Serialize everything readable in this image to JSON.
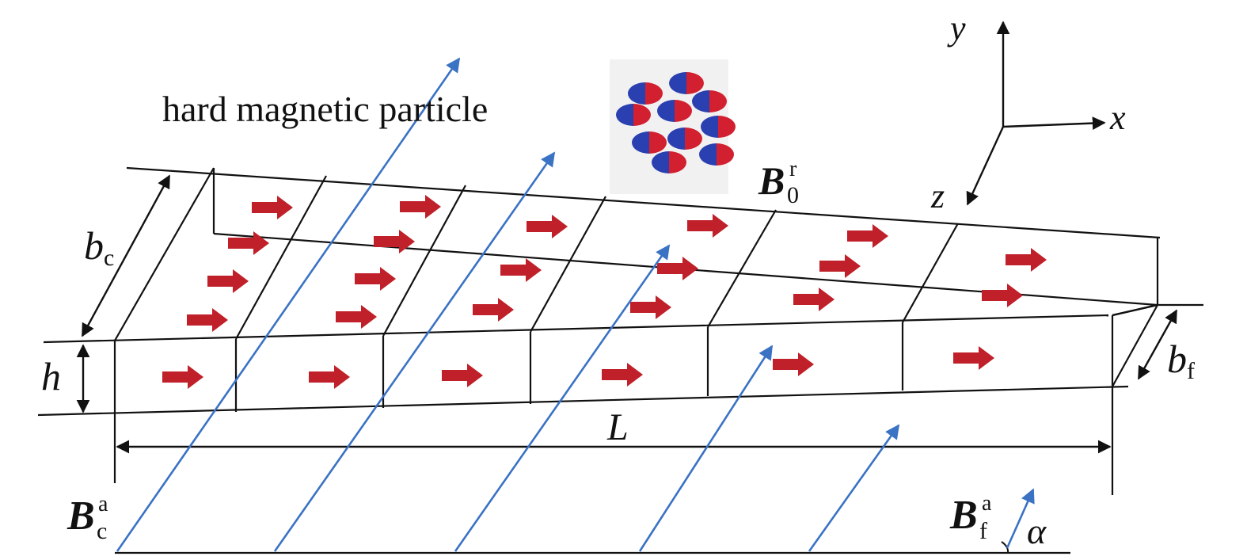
{
  "title": "hard magnetic particle",
  "axes": {
    "x": "x",
    "y": "y",
    "z": "z"
  },
  "dimensions": {
    "bc": "b",
    "bc_sub": "c",
    "bf": "b",
    "bf_sub": "f",
    "h": "h",
    "L": "L"
  },
  "fields": {
    "B0r": {
      "base": "B",
      "sup": "r",
      "sub": "0"
    },
    "Bca": {
      "base": "B",
      "sup": "a",
      "sub": "c"
    },
    "Bfa": {
      "base": "B",
      "sup": "a",
      "sub": "f"
    }
  },
  "angle": "α",
  "colors": {
    "magnetization_arrow": "#c0202a",
    "field_arrow": "#3a72c4",
    "particle_red": "#d22030",
    "particle_blue": "#2a3fb0",
    "outline": "#111111"
  }
}
